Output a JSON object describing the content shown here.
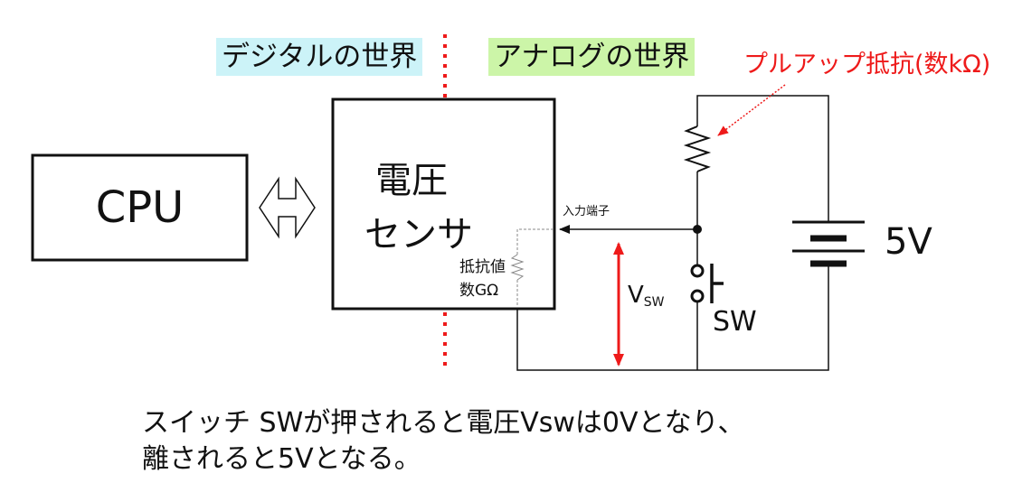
{
  "labels": {
    "digital_world": "デジタルの世界",
    "analog_world": "アナログの世界",
    "pullup_resistor": "プルアップ抵抗(数kΩ)",
    "cpu": "CPU",
    "sensor_line1": "電圧",
    "sensor_line2": "センサ",
    "input_terminal": "入力端子",
    "resistance_line1": "抵抗値",
    "resistance_line2": "数GΩ",
    "vsw_main": "V",
    "vsw_sub": "SW",
    "switch": "SW",
    "battery_voltage": "5V"
  },
  "caption": {
    "line1": "スイッチ SWが押されると電圧Vswは0Vとなり、",
    "line2": "離されると5Vとなる。"
  },
  "colors": {
    "highlight_digital": "#ccf3f8",
    "highlight_analog": "#ccf5a8",
    "accent_red": "#ee1a1a",
    "line": "#111111"
  }
}
